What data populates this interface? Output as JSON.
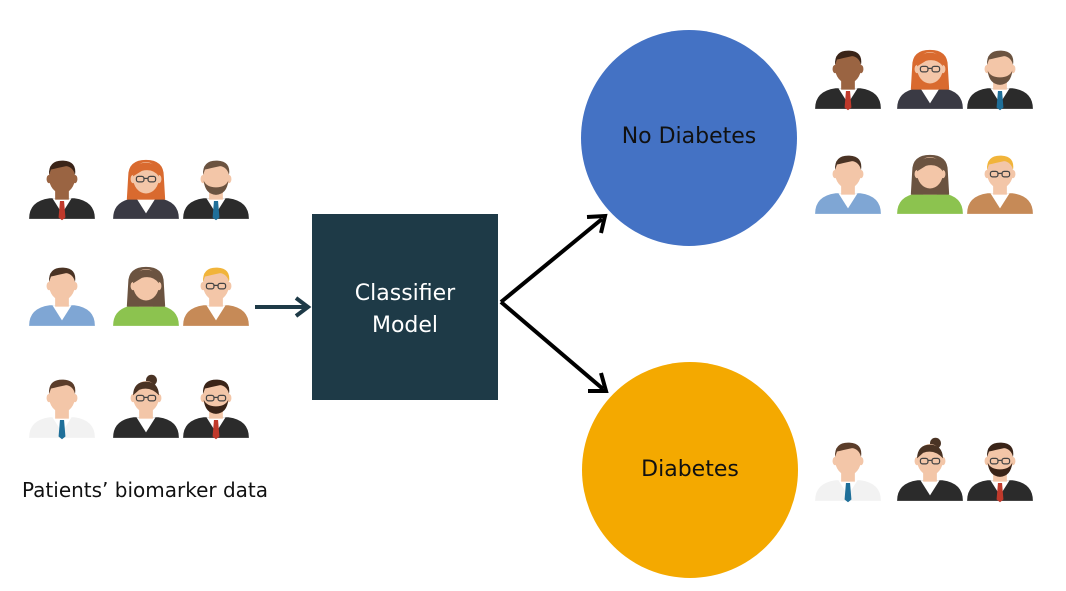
{
  "input": {
    "caption": "Patients’ biomarker data",
    "patients": [
      {
        "skin": "#9a6442",
        "hair": "#3a2418",
        "style": "short",
        "shirt": "#2b2b2b",
        "collar": "#ffffff",
        "tie": "#c0392b",
        "beard": false,
        "glasses": false
      },
      {
        "skin": "#f3c6a8",
        "hair": "#d96a2f",
        "style": "long",
        "shirt": "#3a3a44",
        "collar": "#ffffff",
        "tie": null,
        "beard": false,
        "glasses": true
      },
      {
        "skin": "#f3c6a8",
        "hair": "#6b5340",
        "style": "short",
        "shirt": "#2b2b2b",
        "collar": "#ffffff",
        "tie": "#1f6f99",
        "beard": true,
        "glasses": false
      },
      {
        "skin": "#f3c6a8",
        "hair": "#4a3324",
        "style": "short",
        "shirt": "#7fa6d4",
        "collar": "#ffffff",
        "tie": null,
        "beard": false,
        "glasses": false
      },
      {
        "skin": "#f3c6a8",
        "hair": "#6b5340",
        "style": "long",
        "shirt": "#8cc34f",
        "collar": null,
        "tie": null,
        "beard": false,
        "glasses": false
      },
      {
        "skin": "#f3c6a8",
        "hair": "#f1b43a",
        "style": "short",
        "shirt": "#c68a57",
        "collar": "#ffffff",
        "tie": null,
        "beard": false,
        "glasses": true
      },
      {
        "skin": "#f3c6a8",
        "hair": "#5b3d2a",
        "style": "short",
        "shirt": "#f2f2f2",
        "collar": "#ffffff",
        "tie": "#1f6f99",
        "beard": false,
        "glasses": false
      },
      {
        "skin": "#f3c6a8",
        "hair": "#4a3324",
        "style": "bun",
        "shirt": "#2b2b2b",
        "collar": "#ffffff",
        "tie": null,
        "beard": false,
        "glasses": true
      },
      {
        "skin": "#f3c6a8",
        "hair": "#3a2418",
        "style": "short",
        "shirt": "#2b2b2b",
        "collar": "#ffffff",
        "tie": "#c0392b",
        "beard": true,
        "glasses": true
      }
    ]
  },
  "classifier": {
    "line1": "Classifier",
    "line2": "Model",
    "color": "#1e3a47"
  },
  "outputs": {
    "no_diabetes": {
      "label": "No Diabetes",
      "color": "#4472c4",
      "members": [
        0,
        1,
        2,
        3,
        4,
        5
      ]
    },
    "diabetes": {
      "label": "Diabetes",
      "color": "#f4a900",
      "members": [
        6,
        7,
        8
      ]
    }
  }
}
